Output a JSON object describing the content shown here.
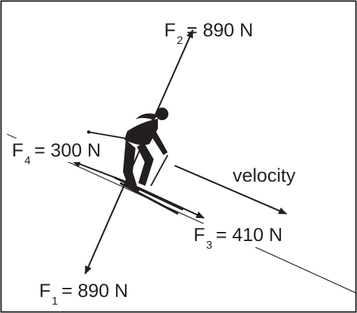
{
  "labels": {
    "f2": {
      "letter": "F",
      "sub": "2",
      "value": "= 890 N"
    },
    "f4": {
      "letter": "F",
      "sub": "4",
      "value": "= 300 N"
    },
    "velocity": "velocity",
    "f3": {
      "letter": "F",
      "sub": "3",
      "value": "= 410 N"
    },
    "f1": {
      "letter": "F",
      "sub": "1",
      "value": "= 890 N"
    }
  },
  "colors": {
    "ink": "#231f20",
    "background": "#ffffff"
  }
}
